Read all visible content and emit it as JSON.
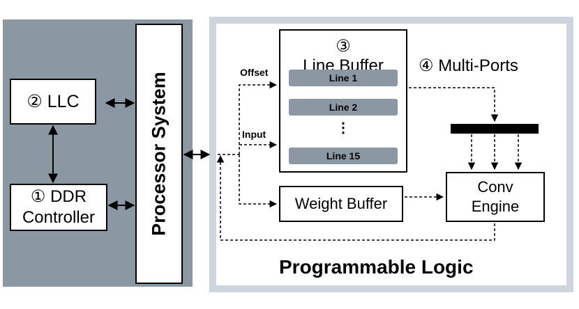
{
  "processor_region": {
    "llc": {
      "number": "②",
      "label": "LLC"
    },
    "ddr": {
      "number": "①",
      "label": "DDR",
      "label2": "Controller"
    },
    "processor_system": "Processor System"
  },
  "programmable_logic": {
    "title": "Programmable Logic",
    "line_buffer": {
      "number": "③",
      "title": "Line Buffer",
      "lines": [
        "Line 1",
        "Line 2",
        "Line 15"
      ],
      "ellipsis": "⋮"
    },
    "multi_ports": {
      "number": "④",
      "label": "Multi-Ports"
    },
    "weight_buffer": "Weight Buffer",
    "conv_engine": {
      "line1": "Conv",
      "line2": "Engine"
    },
    "signals": {
      "offset": "Offset",
      "input": "Input"
    }
  },
  "colors": {
    "processor_background": "#8c97a4",
    "logic_border": "#cfd5dd",
    "line_row": "#8c97a4"
  }
}
